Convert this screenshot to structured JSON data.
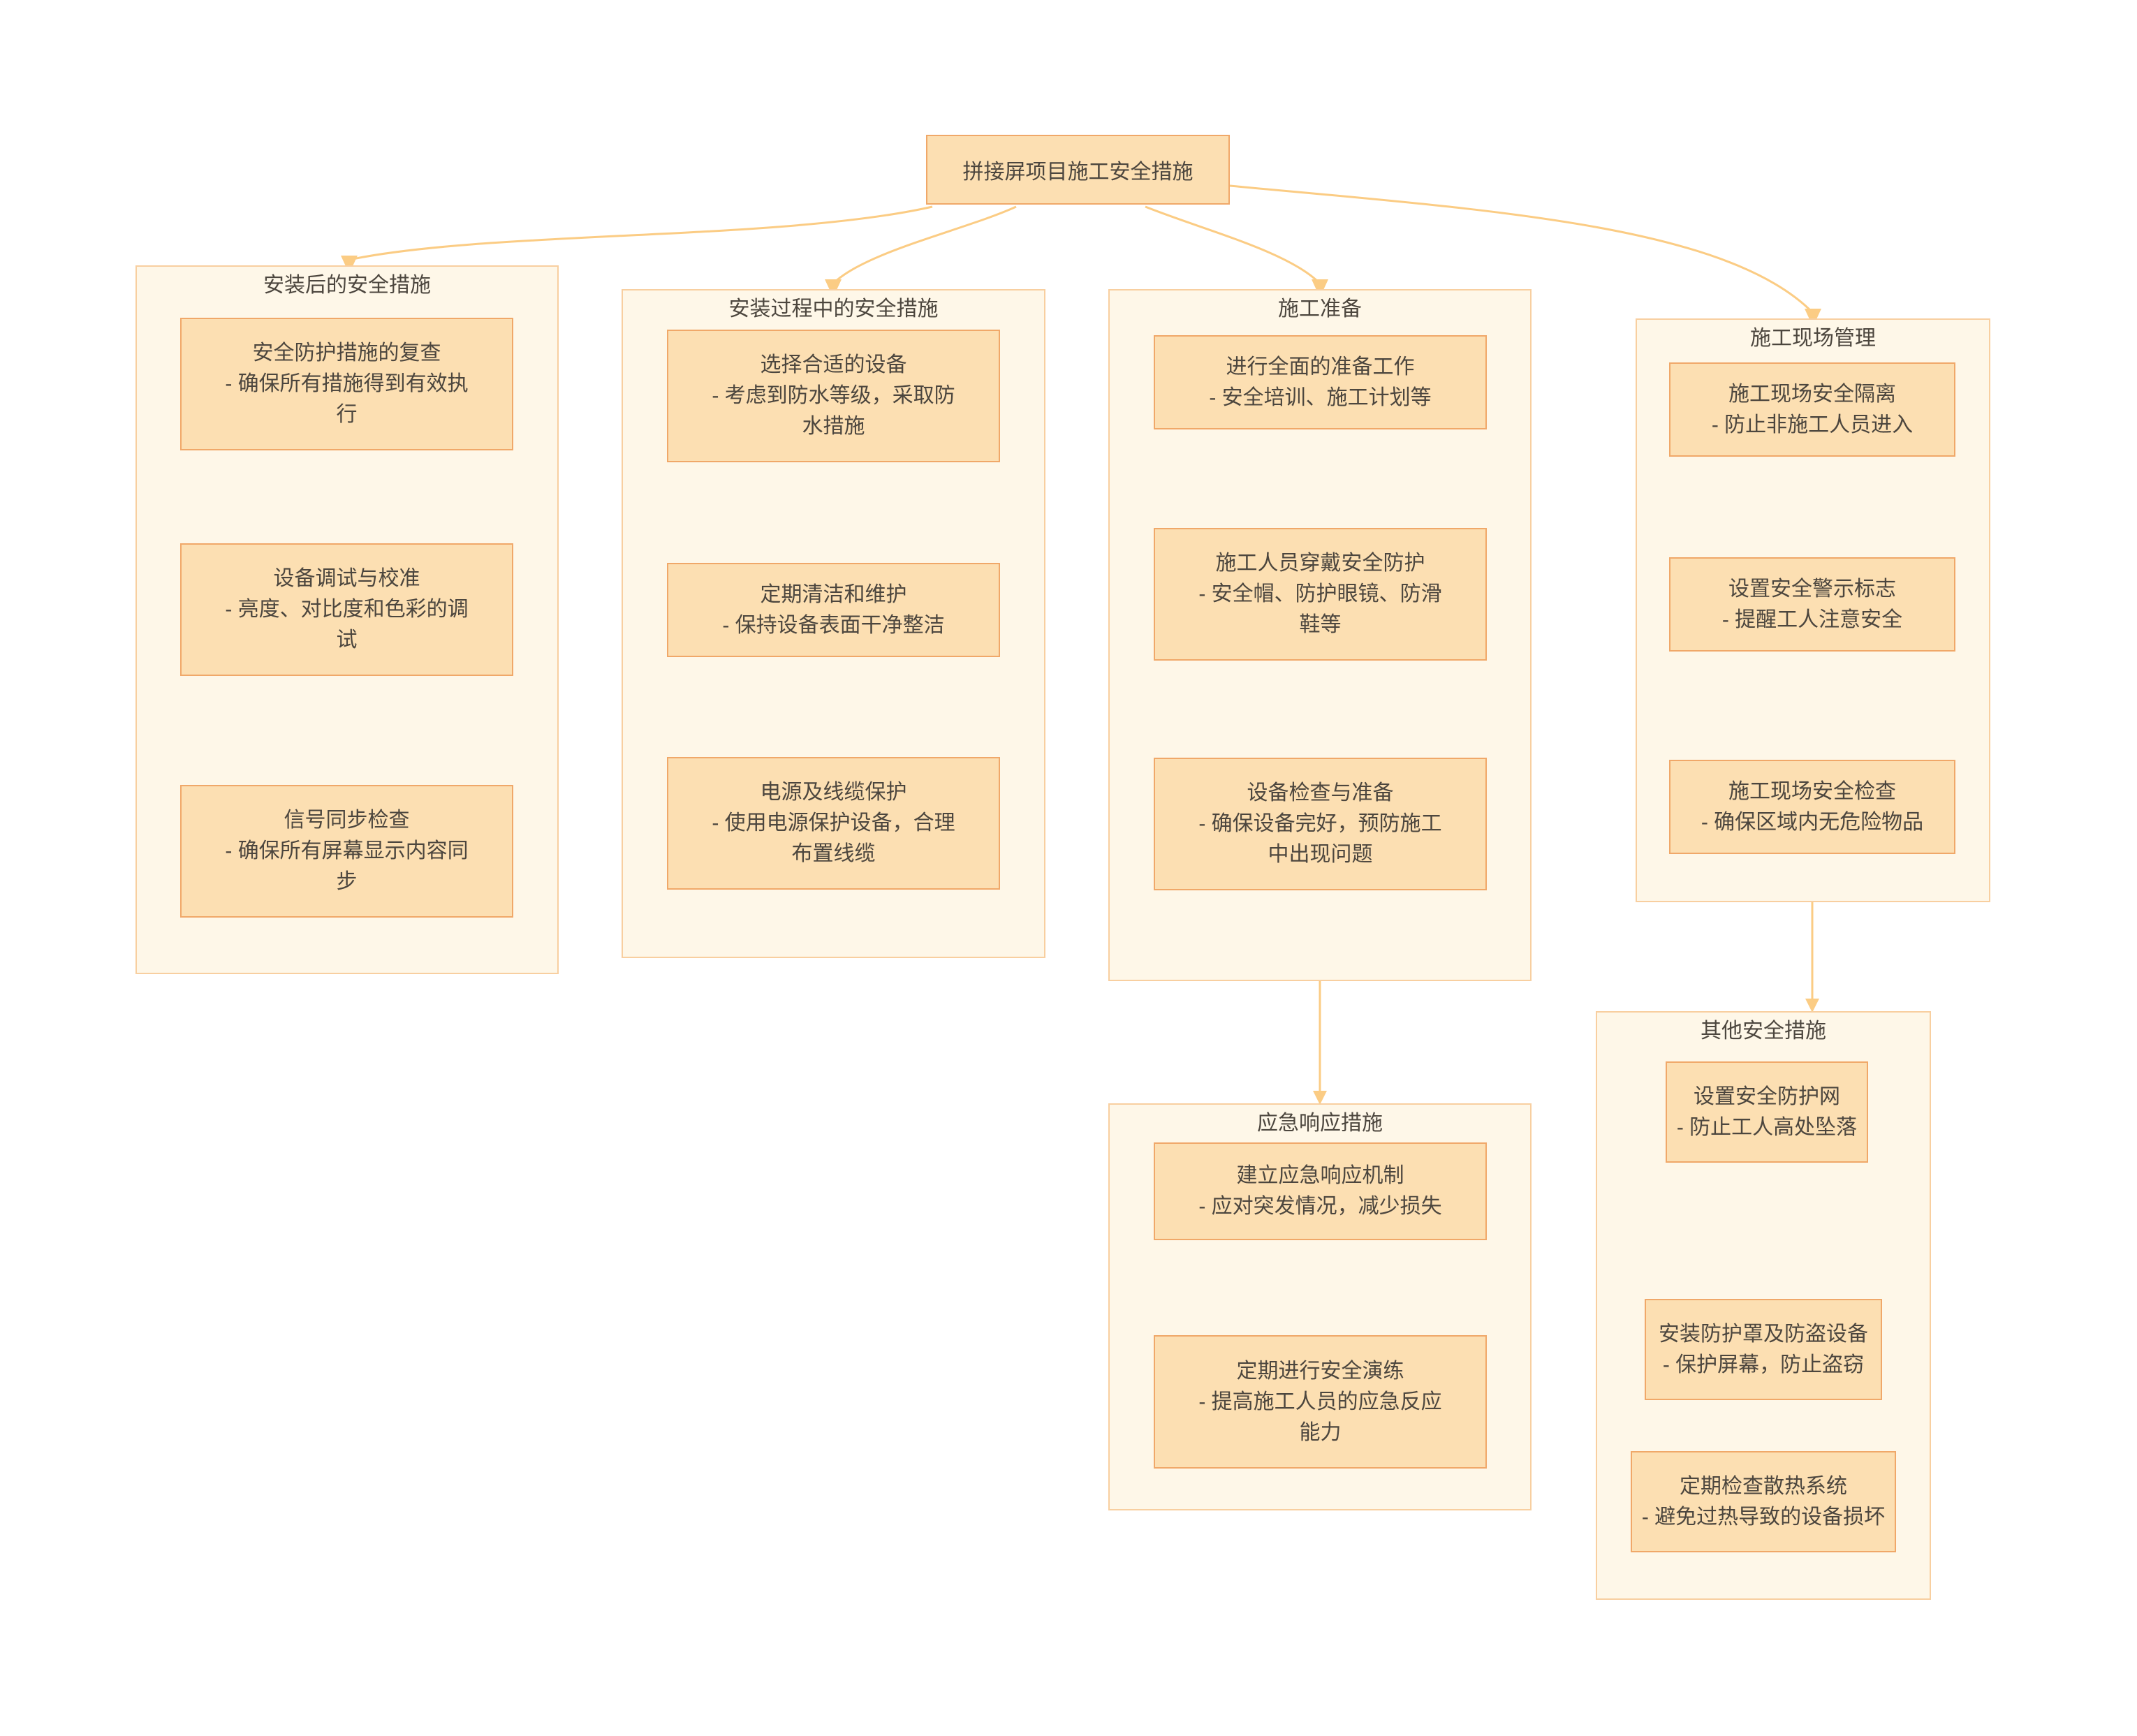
{
  "root": {
    "label": "拼接屏项目施工安全措施"
  },
  "colors": {
    "container_fill": "#fef7e8",
    "container_border": "#f8cfa0",
    "node_fill": "#fcdfb2",
    "node_border": "#f0a869",
    "connector": "#fbcc84",
    "text": "#4c463e"
  },
  "groups": [
    {
      "title": "安装后的安全措施",
      "boxes": [
        [
          "安全防护措施的复查",
          "- 确保所有措施得到有效执",
          "行"
        ],
        [
          "设备调试与校准",
          "- 亮度、对比度和色彩的调",
          "试"
        ],
        [
          "信号同步检查",
          "- 确保所有屏幕显示内容同",
          "步"
        ]
      ]
    },
    {
      "title": "安装过程中的安全措施",
      "boxes": [
        [
          "选择合适的设备",
          "- 考虑到防水等级，采取防",
          "水措施"
        ],
        [
          "定期清洁和维护",
          "- 保持设备表面干净整洁"
        ],
        [
          "电源及线缆保护",
          "- 使用电源保护设备，合理",
          "布置线缆"
        ]
      ]
    },
    {
      "title": "施工准备",
      "boxes": [
        [
          "进行全面的准备工作",
          "- 安全培训、施工计划等"
        ],
        [
          "施工人员穿戴安全防护",
          "- 安全帽、防护眼镜、防滑",
          "鞋等"
        ],
        [
          "设备检查与准备",
          "- 确保设备完好，预防施工",
          "中出现问题"
        ]
      ]
    },
    {
      "title": "施工现场管理",
      "boxes": [
        [
          "施工现场安全隔离",
          "- 防止非施工人员进入"
        ],
        [
          "设置安全警示标志",
          "- 提醒工人注意安全"
        ],
        [
          "施工现场安全检查",
          "- 确保区域内无危险物品"
        ]
      ]
    },
    {
      "title": "应急响应措施",
      "boxes": [
        [
          "建立应急响应机制",
          "- 应对突发情况，减少损失"
        ],
        [
          "定期进行安全演练",
          "- 提高施工人员的应急反应",
          "能力"
        ]
      ]
    },
    {
      "title": "其他安全措施",
      "boxes": [
        [
          "设置安全防护网",
          "- 防止工人高处坠落"
        ],
        [
          "安装防护罩及防盗设备",
          "- 保护屏幕，防止盗窃"
        ],
        [
          "定期检查散热系统",
          "- 避免过热导致的设备损坏"
        ]
      ]
    }
  ]
}
